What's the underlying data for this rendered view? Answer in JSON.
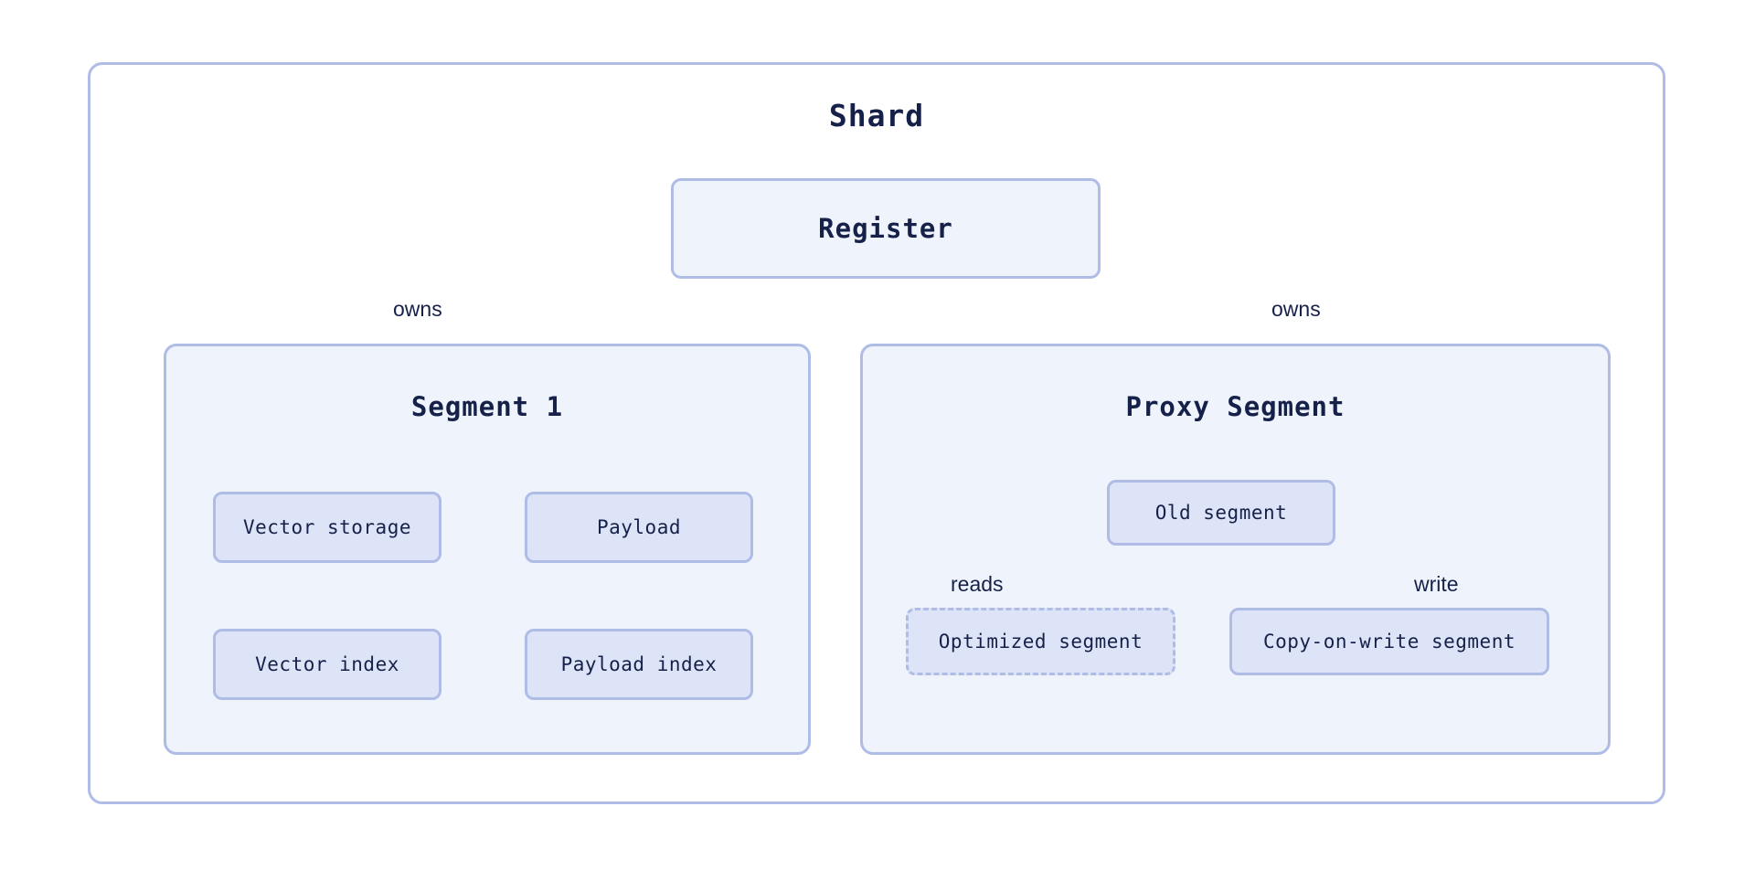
{
  "diagram": {
    "title": "Shard",
    "type": "architecture-diagram"
  },
  "shard": {
    "label": "Shard",
    "register": {
      "label": "Register"
    },
    "panels": [
      {
        "id": "segment-1",
        "title": "Segment 1",
        "nodes": [
          {
            "id": "vector-storage",
            "label": "Vector storage",
            "style": "solid"
          },
          {
            "id": "payload",
            "label": "Payload",
            "style": "solid"
          },
          {
            "id": "vector-index",
            "label": "Vector index",
            "style": "solid"
          },
          {
            "id": "payload-index",
            "label": "Payload index",
            "style": "solid"
          }
        ]
      },
      {
        "id": "proxy-segment",
        "title": "Proxy Segment",
        "nodes": [
          {
            "id": "old-segment",
            "label": "Old segment",
            "style": "solid"
          },
          {
            "id": "optimized-segment",
            "label": "Optimized segment",
            "style": "dashed"
          },
          {
            "id": "cow-segment",
            "label": "Copy-on-write segment",
            "style": "solid"
          }
        ]
      }
    ]
  },
  "edges": [
    {
      "id": "owns-left",
      "label": "owns",
      "from": "register",
      "to": "segment-1",
      "arrow": true
    },
    {
      "id": "owns-right",
      "label": "owns",
      "from": "register",
      "to": "proxy-segment",
      "arrow": true
    },
    {
      "id": "reads",
      "label": "reads",
      "from": "optimized-segment",
      "to": "old-segment",
      "arrow": true
    },
    {
      "id": "write",
      "label": "write",
      "from": "old-segment",
      "to": "cow-segment",
      "arrow": true
    },
    {
      "id": "vs-vi",
      "label": "",
      "from": "vector-storage",
      "to": "vector-index",
      "arrow": false
    },
    {
      "id": "pl-pi",
      "label": "",
      "from": "payload",
      "to": "payload-index",
      "arrow": false
    }
  ],
  "colors": {
    "frame_border": "#aebce6",
    "panel_fill": "#eef3fc",
    "node_fill": "#dde4f7",
    "edge_stroke": "#8f9fd4",
    "text": "#16214a",
    "background": "#ffffff"
  }
}
